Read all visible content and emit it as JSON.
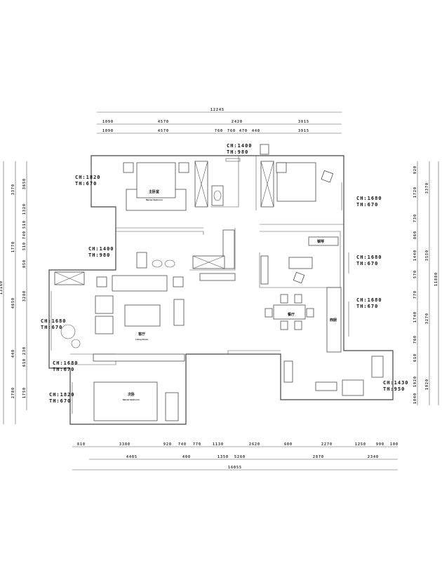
{
  "plan": {
    "rooms": {
      "master_bedroom_cn": "主卧室",
      "master_bedroom_en": "Master Bedroom",
      "living_cn": "客厅",
      "living_en": "Living Room",
      "dining_cn": "餐厅",
      "kitchen_cn": "西厨",
      "second_bedroom_cn": "次卧",
      "second_bedroom_en": "Master Bedroom",
      "piano_cn": "钢琴"
    },
    "window_notes": [
      {
        "ch": "CH:1820",
        "th": "TH:670"
      },
      {
        "ch": "CH:1400",
        "th": "TH:980"
      },
      {
        "ch": "CH:1400",
        "th": "TH:980"
      },
      {
        "ch": "CH:1680",
        "th": "TH:670"
      },
      {
        "ch": "CH:1680",
        "th": "TH:670"
      },
      {
        "ch": "CH:1680",
        "th": "TH:670"
      },
      {
        "ch": "CH:1680",
        "th": "TH:670"
      },
      {
        "ch": "CH:1680",
        "th": "TH:670"
      },
      {
        "ch": "CH:1820",
        "th": "TH:670"
      },
      {
        "ch": "CH:1430",
        "th": "TH:950"
      }
    ],
    "dimensions": {
      "top_total": "12245",
      "top_row2": [
        "1090",
        "4570",
        "2420",
        "3915"
      ],
      "top_row3": [
        "1090",
        "4570",
        "760",
        "760",
        "470",
        "440",
        "3915"
      ],
      "bottom_row1": [
        "810",
        "3380",
        "920",
        "740",
        "770",
        "1130",
        "2620",
        "600",
        "2270",
        "1250",
        "990",
        "100"
      ],
      "bottom_row2": [
        "4405",
        "400",
        "1350",
        "5260",
        "2870",
        "2340"
      ],
      "bottom_total": "16055",
      "left_inner": [
        "3650",
        "1320",
        "510",
        "740",
        "510",
        "850",
        "3280",
        "230",
        "610",
        "1750"
      ],
      "left_mid": [
        "3370",
        "1770",
        "4650",
        "440",
        "2780"
      ],
      "left_total": "13160",
      "right_inner": [
        "920",
        "1720",
        "730",
        "860",
        "1440",
        "570",
        "770",
        "1740",
        "760",
        "610",
        "1920",
        "1040"
      ],
      "right_mid": [
        "3370",
        "3550",
        "3270",
        "1920"
      ],
      "right_total": "11880"
    }
  }
}
